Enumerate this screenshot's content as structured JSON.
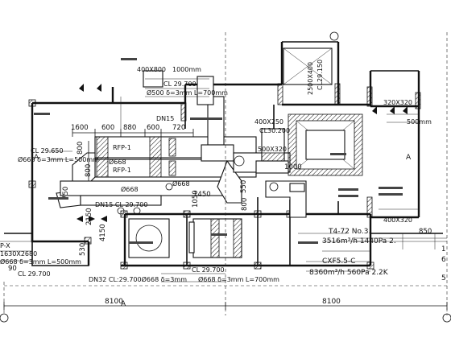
{
  "labels": {
    "duct_top": "400X800",
    "duct_top_note": "1000mm",
    "vent_flow": "CL 29.700",
    "vent_pipe": "Ø500  δ=3mm  L=700mm",
    "dn15": "DN15",
    "dim_1600": "1600",
    "dim_600a": "600",
    "dim_880": "880",
    "dim_600b": "600",
    "dim_720": "720",
    "dim_800a": "800",
    "dim_800b": "800",
    "unit1": "RFP-1",
    "unit2": "RFP-1",
    "tag_a1": "Ø668",
    "tag_a2": "Ø668",
    "room_left_cl": "CL 29.650",
    "room_left_pipe": "Ø668 δ=3mm L=500mm",
    "dn15_cl": "DN15  CL 29.700",
    "dim_750": "750",
    "dim_1000": "1000",
    "dim_1450": "1450",
    "dim_2150": "2150",
    "dim_1050": "1050",
    "dim_800c": "800",
    "dim_550": "550",
    "duct_mid": "Ø668",
    "dim_500x320": "500X320",
    "dim_cl30": "CL30.200",
    "dim_400x250": "400X250",
    "vertical_duct": "2500X400",
    "vertical_cl": "CL29.150",
    "dim_320x320": "320X320",
    "right_note": "500mm",
    "dim_400x320": "400X320",
    "fan_model": "T4-72  No.3.",
    "fan_spec1": "3516m³/h  1440Pa  2.",
    "fan_spec2": "CXF5.5-C",
    "fan_spec3": "8360m³/h  560Pa  2.2K",
    "pump_line1": "CL 29.700",
    "pump_line2": "Ø668  δ=3mm  L=700mm",
    "bottom_dn32": "DN32  CL:29.700Ø668  δ=3mm",
    "left_box1": "1630X2680",
    "left_box2": "Ø668 δ=3mm  L=500mm",
    "left_box3": "CL 29.700",
    "left_box0": "P-X",
    "dim_90": "90",
    "dim_4150": "4150",
    "dim_530": "530",
    "dim_850": "850",
    "dim_1": "1",
    "dim_8100a": "8100",
    "dim_8100b": "8100",
    "axis_a_left": "A",
    "axis_a_right": "A",
    "axis_a_left_bottom": "A",
    "axis_6": "6",
    "axis_5": "5"
  }
}
